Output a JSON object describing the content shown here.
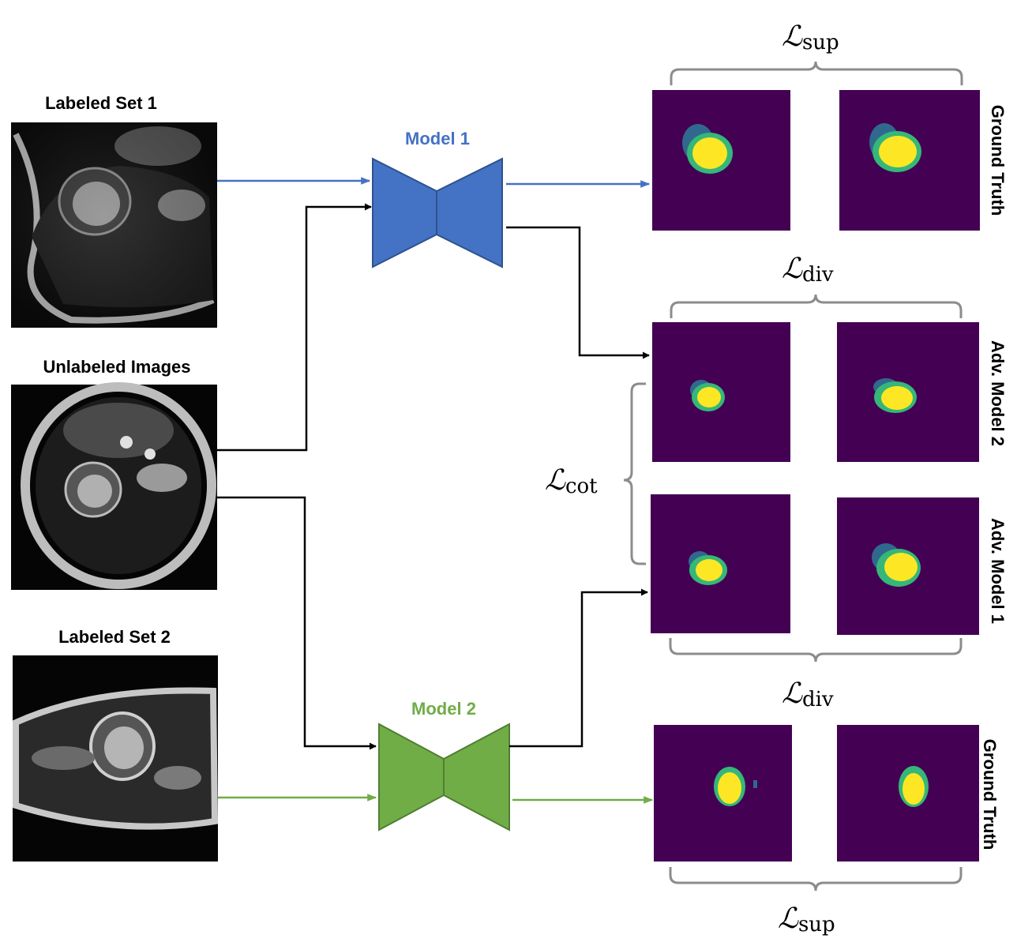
{
  "inputs": {
    "labeled_set_1": "Labeled Set 1",
    "unlabeled": "Unlabeled Images",
    "labeled_set_2": "Labeled Set 2"
  },
  "models": {
    "model_1": "Model 1",
    "model_2": "Model 2"
  },
  "row_labels": {
    "ground_truth_top": "Ground Truth",
    "adv_model_2": "Adv. Model 2",
    "adv_model_1": "Adv. Model 1",
    "ground_truth_bottom": "Ground Truth"
  },
  "losses": {
    "script_symbol": "ℒ",
    "sup_top": "sup",
    "div_upper": "div",
    "cot": "cot",
    "div_lower": "div",
    "sup_bottom": "sup"
  },
  "colors": {
    "model_1": "#4472c4",
    "model_2": "#70ad47",
    "mask_background": "#440154",
    "mask_blue": "#31688e",
    "mask_green": "#35b779",
    "mask_yellow": "#fde725",
    "brace": "#8c8c8c",
    "arrow": "#000000"
  }
}
